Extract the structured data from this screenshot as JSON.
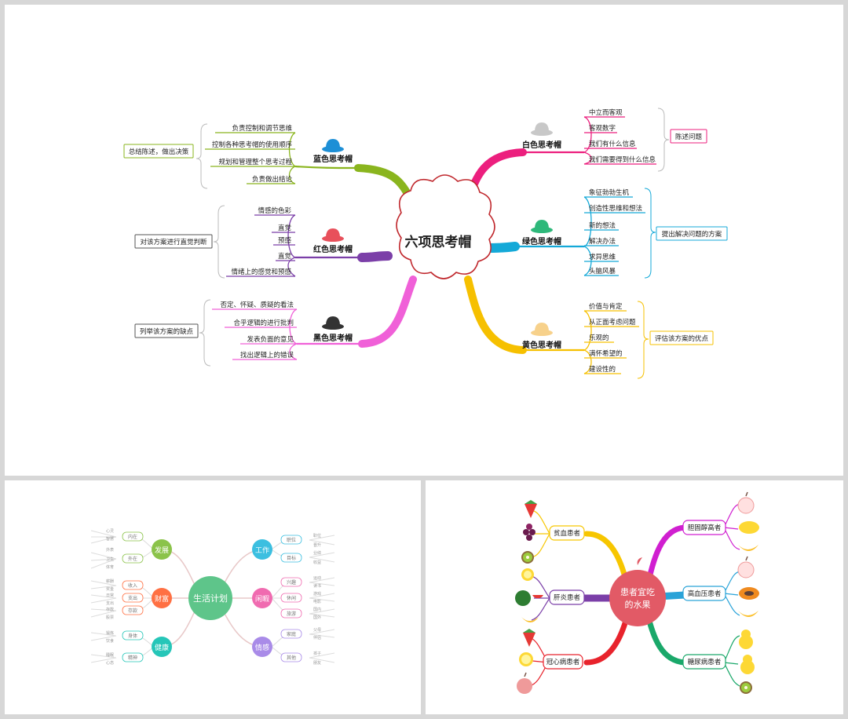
{
  "main": {
    "center": "六项思考帽",
    "colors": {
      "blue": "#1d8fd6",
      "blue_branch": "#8ab51e",
      "red": "#e8505b",
      "red_branch": "#7b3fa8",
      "black": "#333333",
      "black_branch": "#f060d8",
      "white": "#c8c8c8",
      "white_branch": "#ec1f7e",
      "green": "#2eb87a",
      "green_branch": "#14a9d8",
      "yellow": "#f7d18b",
      "yellow_branch": "#f6c000"
    },
    "hats": {
      "blue": {
        "title": "蓝色思考帽",
        "items": [
          "负责控制和调节思维",
          "控制各种思考帽的使用顺序",
          "规划和管理整个思考过程",
          "负责做出结论"
        ],
        "note": "总结陈述，做出决策"
      },
      "red": {
        "title": "红色思考帽",
        "items": [
          "情感的色彩",
          "直觉",
          "预感",
          "直觉",
          "情绪上的感觉和预感"
        ],
        "note": "对该方案进行直觉判断"
      },
      "black": {
        "title": "黑色思考帽",
        "items": [
          "否定、怀疑、质疑的看法",
          "合乎逻辑的进行批判",
          "发表负面的意见",
          "找出逻辑上的错误"
        ],
        "note": "列举该方案的缺点"
      },
      "white": {
        "title": "白色思考帽",
        "items": [
          "中立而客观",
          "客观数字",
          "我们有什么信息",
          "我们需要得到什么信息"
        ],
        "note": "陈述问题"
      },
      "green": {
        "title": "绿色思考帽",
        "items": [
          "象征勃勃生机",
          "创造性思维和想法",
          "新的想法",
          "解决办法",
          "求异思维",
          "头脑风暴"
        ],
        "note": "提出解决问题的方案"
      },
      "yellow": {
        "title": "黄色思考帽",
        "items": [
          "价值与肯定",
          "从正面考虑问题",
          "乐观的",
          "满怀希望的",
          "建设性的"
        ],
        "note": "评估该方案的优点"
      }
    }
  },
  "life": {
    "center": "生活计划",
    "colors": {
      "center": "#5ec58a",
      "develop": "#8bc34a",
      "wealth": "#ff7043",
      "health": "#26c6b8",
      "work": "#3cbfe0",
      "leisure": "#f06bb0",
      "emotion": "#a98be8"
    },
    "left": [
      {
        "label": "发展",
        "subs": [
          "内在",
          "外在"
        ],
        "leaves": [
          "心灵",
          "智慧",
          "外表",
          "卫生",
          "体育"
        ]
      },
      {
        "label": "财富",
        "subs": [
          "收入",
          "支出",
          "存款"
        ],
        "leaves": [
          "薪酬",
          "奖金",
          "日常",
          "支出",
          "存款",
          "股票"
        ]
      },
      {
        "label": "健康",
        "subs": [
          "身体",
          "精神"
        ],
        "leaves": [
          "锻炼",
          "饮食",
          "睡眠",
          "心态"
        ]
      }
    ],
    "right": [
      {
        "label": "工作",
        "subs": [
          "职位",
          "目标"
        ],
        "leaves": [
          "职位",
          "晋升",
          "业绩",
          "收益"
        ]
      },
      {
        "label": "闲暇",
        "subs": [
          "兴趣",
          "休闲",
          "旅游"
        ],
        "leaves": [
          "运动",
          "读书",
          "游戏",
          "电影",
          "国内",
          "国外"
        ]
      },
      {
        "label": "情感",
        "subs": [
          "家庭",
          "其他"
        ],
        "leaves": [
          "父母",
          "伴侣",
          "孩子",
          "朋友"
        ]
      }
    ]
  },
  "fruit": {
    "center": "患者宜吃的水果",
    "colors": {
      "center": "#e25a66",
      "anemia": "#f7c600",
      "hepatitis": "#7b3fa8",
      "heart": "#e8232c",
      "cholesterol": "#d01fd0",
      "bp": "#2aa3d8",
      "diabetes": "#1aa86a"
    },
    "left": [
      {
        "label": "贫血患者"
      },
      {
        "label": "肝炎患者"
      },
      {
        "label": "冠心病患者"
      }
    ],
    "right": [
      {
        "label": "胆固醇高者"
      },
      {
        "label": "高血压患者"
      },
      {
        "label": "糖尿病患者"
      }
    ]
  }
}
